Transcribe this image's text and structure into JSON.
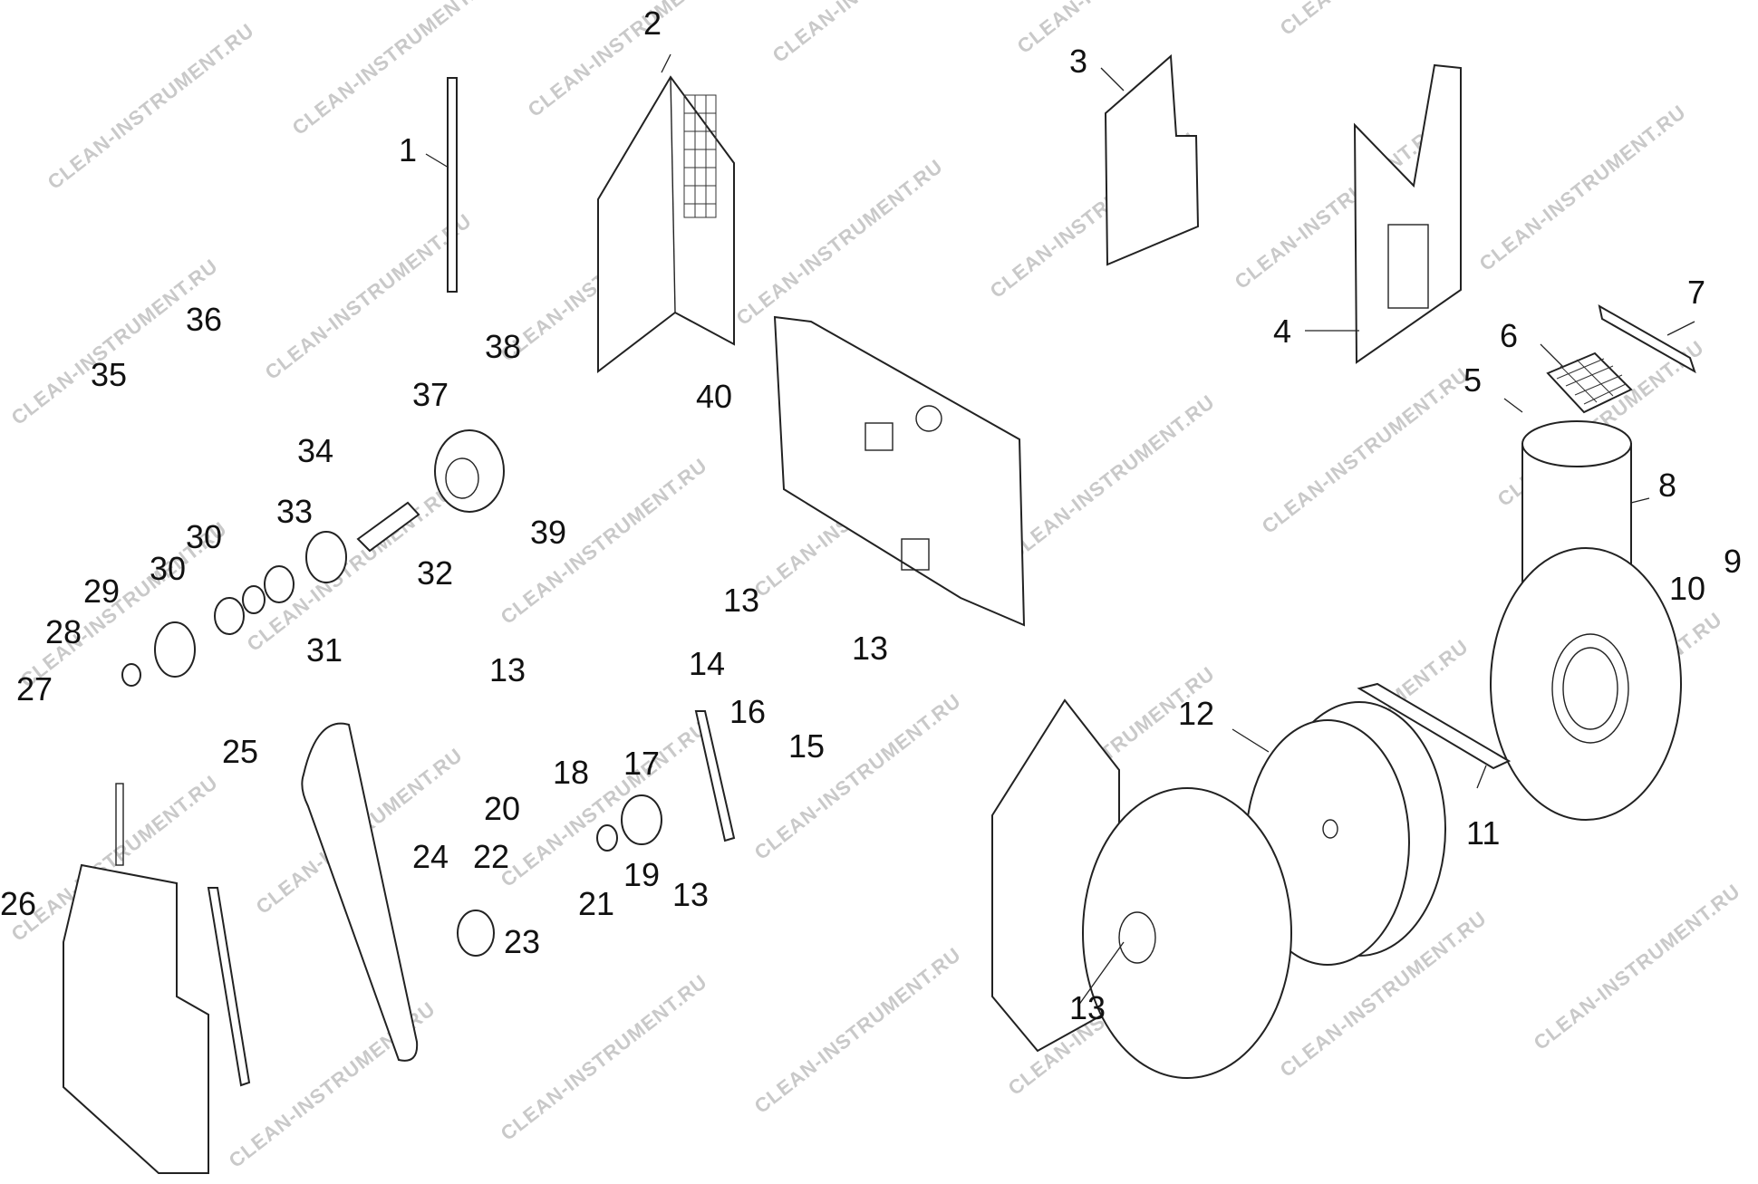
{
  "watermark": "CLEAN-INSTRUMENT.RU",
  "callouts": [
    "1",
    "2",
    "3",
    "4",
    "5",
    "6",
    "7",
    "8",
    "9",
    "10",
    "11",
    "12",
    "13",
    "13",
    "13",
    "13",
    "13",
    "14",
    "15",
    "16",
    "17",
    "18",
    "19",
    "20",
    "21",
    "22",
    "23",
    "24",
    "25",
    "26",
    "27",
    "28",
    "29",
    "30",
    "30",
    "31",
    "32",
    "33",
    "34",
    "35",
    "36",
    "37",
    "38",
    "39",
    "40"
  ]
}
